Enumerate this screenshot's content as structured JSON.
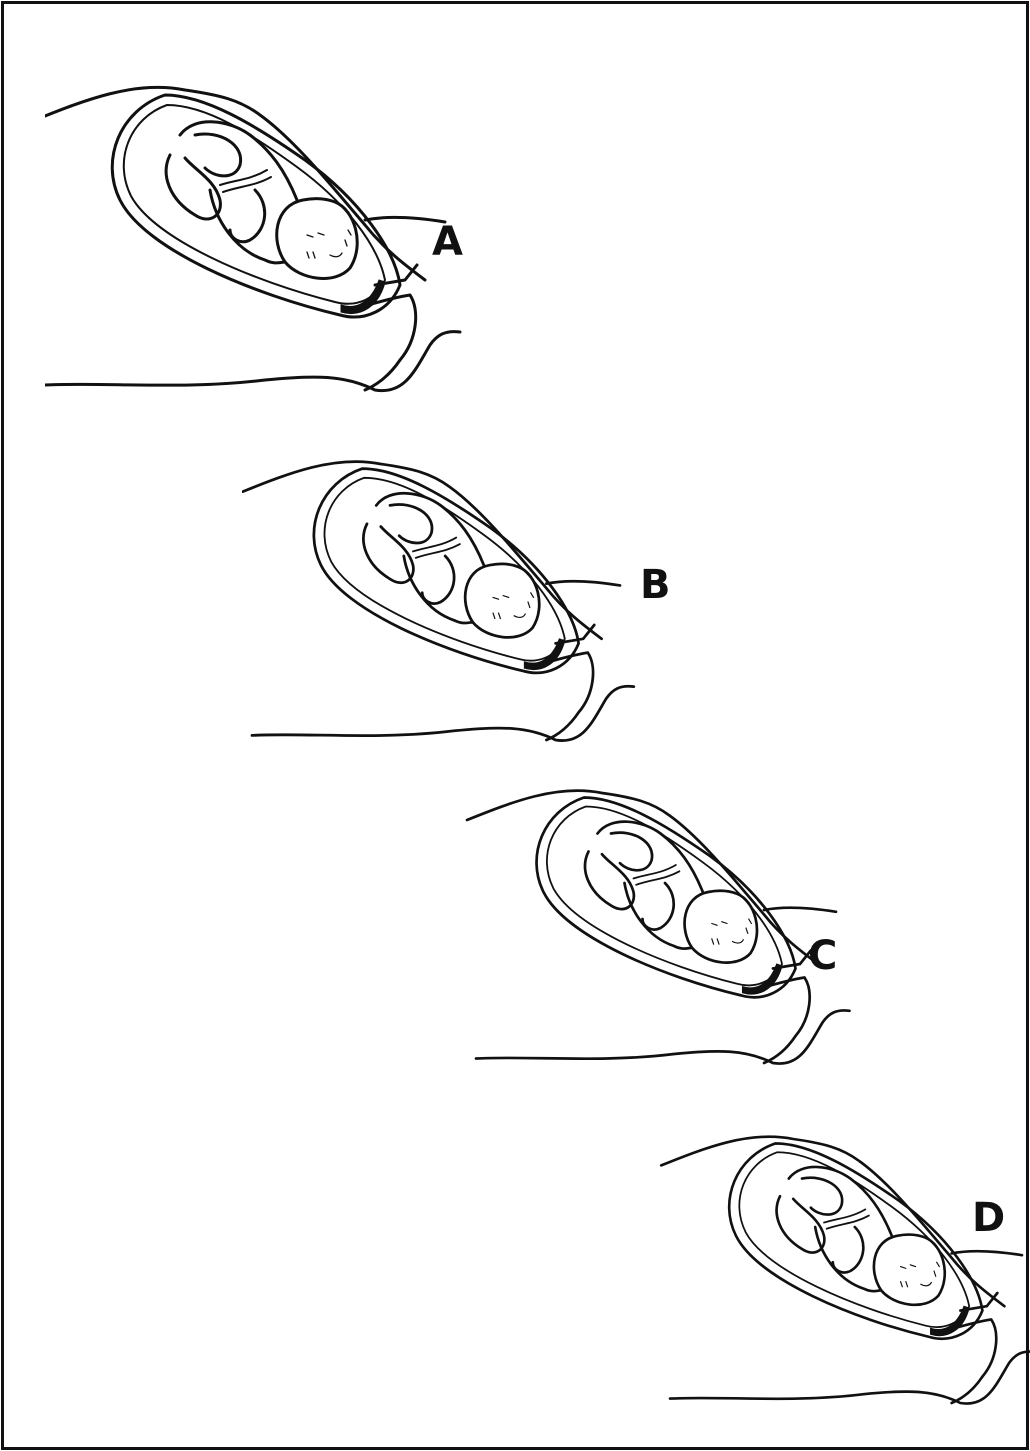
{
  "figure": {
    "panels": [
      {
        "id": "A",
        "label": "A"
      },
      {
        "id": "B",
        "label": "B"
      },
      {
        "id": "C",
        "label": "C"
      },
      {
        "id": "D",
        "label": "D"
      }
    ]
  }
}
